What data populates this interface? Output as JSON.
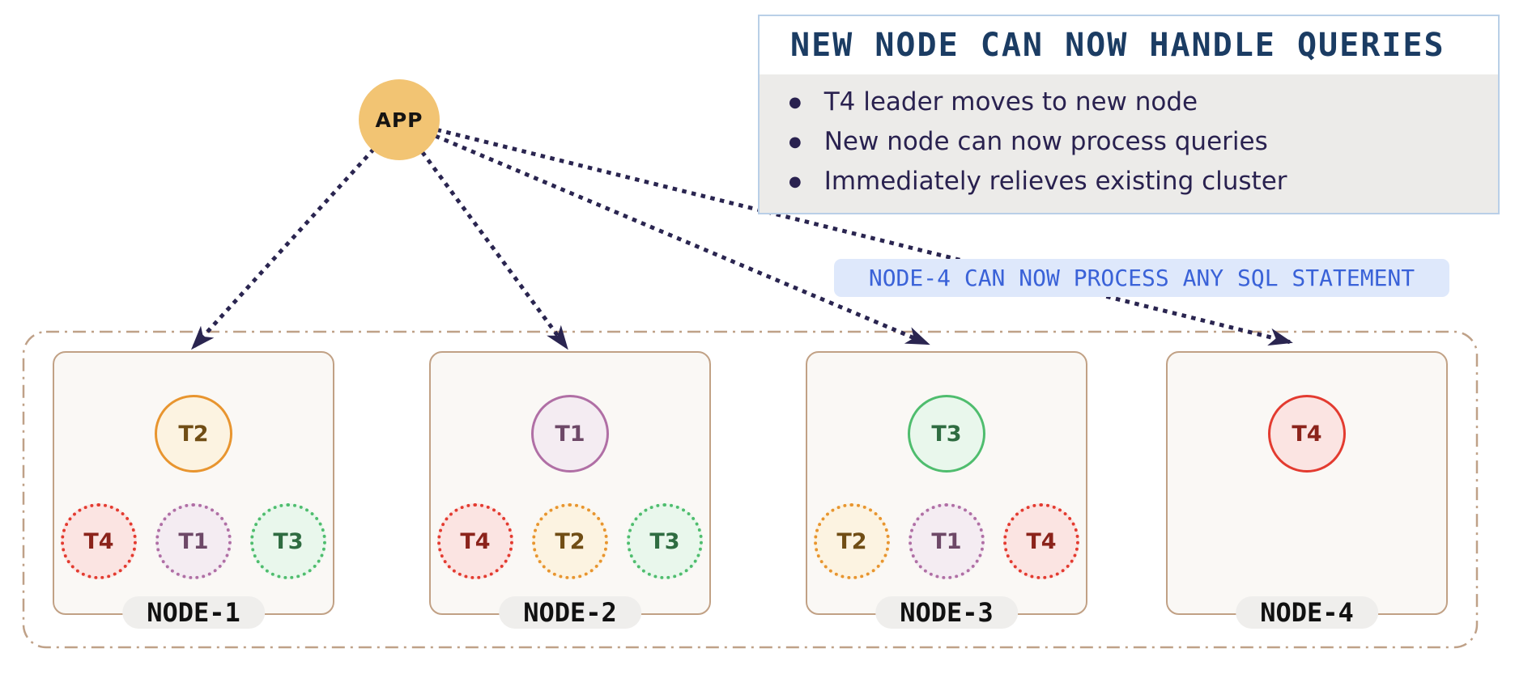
{
  "app": {
    "label": "APP"
  },
  "info_box": {
    "title": "NEW NODE CAN NOW HANDLE QUERIES",
    "bullets": [
      "T4 leader moves to new node",
      "New node can now process queries",
      "Immediately relieves existing cluster"
    ]
  },
  "callout": {
    "text": "NODE-4 CAN NOW PROCESS ANY SQL STATEMENT"
  },
  "nodes": [
    {
      "name": "NODE-1",
      "leader": "T2",
      "replicas": [
        "T4",
        "T1",
        "T3"
      ]
    },
    {
      "name": "NODE-2",
      "leader": "T1",
      "replicas": [
        "T4",
        "T2",
        "T3"
      ]
    },
    {
      "name": "NODE-3",
      "leader": "T3",
      "replicas": [
        "T2",
        "T1",
        "T4"
      ]
    },
    {
      "name": "NODE-4",
      "leader": "T4",
      "replicas": []
    }
  ],
  "colors": {
    "app_fill": "#F2C473",
    "arrow": "#2A2550",
    "info_border": "#B9CFE7",
    "info_title_text": "#1B3C63",
    "info_body_bg": "#ECEBE9",
    "bullet_text": "#29214F",
    "callout_bg": "#DEE8FB",
    "callout_text": "#3A62D8",
    "cluster_boundary": "#BFA188",
    "node_border": "#C1A185",
    "node_bg": "#FAF8F5",
    "pill_bg": "#EFEEEC",
    "t1": {
      "border": "#B06FA5",
      "bg": "#F4ECF2",
      "text": "#6D4867"
    },
    "t2": {
      "border": "#E8952F",
      "bg": "#FCF3E1",
      "text": "#704D15"
    },
    "t3": {
      "border": "#4FBD6E",
      "bg": "#E9F7EC",
      "text": "#2F6C41"
    },
    "t4": {
      "border": "#E33B30",
      "bg": "#FBE4E2",
      "text": "#8B231B"
    }
  }
}
